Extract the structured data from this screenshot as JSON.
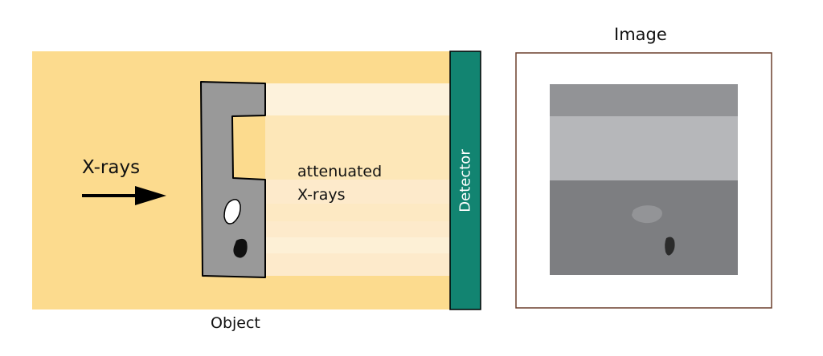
{
  "diagram": {
    "labels": {
      "xrays": "X-rays",
      "attenuated_line1": "attenuated",
      "attenuated_line2": "X-rays",
      "detector": "Detector",
      "object": "Object",
      "image": "Image"
    },
    "colors": {
      "beam_background": "#fcdb8e",
      "object_fill": "#999999",
      "object_outline": "#000000",
      "detector_fill": "#128471",
      "detector_text": "#ffffff",
      "band_top": "#fdf2dc",
      "band_mid": "#fde7b8",
      "band_low": "#fdeacb",
      "void_air": "#ffffff",
      "dense_inclusion": "#111111",
      "image_frame": "#6b3f2c",
      "image_top_band": "#929396",
      "image_mid_band": "#b6b7ba",
      "image_bottom": "#7d7e81",
      "image_blob_light": "#939497",
      "image_blob_dark": "#2b2b2b"
    }
  }
}
